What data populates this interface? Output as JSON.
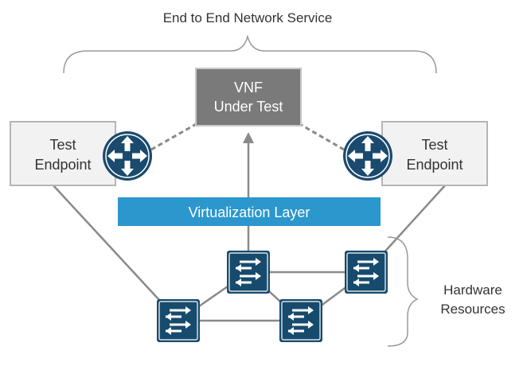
{
  "title": "End to End Network Service",
  "vnf": {
    "line1": "VNF",
    "line2": "Under Test"
  },
  "left_endpoint": {
    "line1": "Test",
    "line2": "Endpoint"
  },
  "right_endpoint": {
    "line1": "Test",
    "line2": "Endpoint"
  },
  "virtualization_layer": "Virtualization Layer",
  "hardware": {
    "line1": "Hardware",
    "line2": "Resources"
  },
  "colors": {
    "vnf_box": "#7a7a7a",
    "virtualization_bar": "#2b97cd",
    "router": "#1a4a6e",
    "switch": "#174b6d",
    "endpoint_box": "#f2f2f2",
    "connector": "#8a8a8a"
  }
}
